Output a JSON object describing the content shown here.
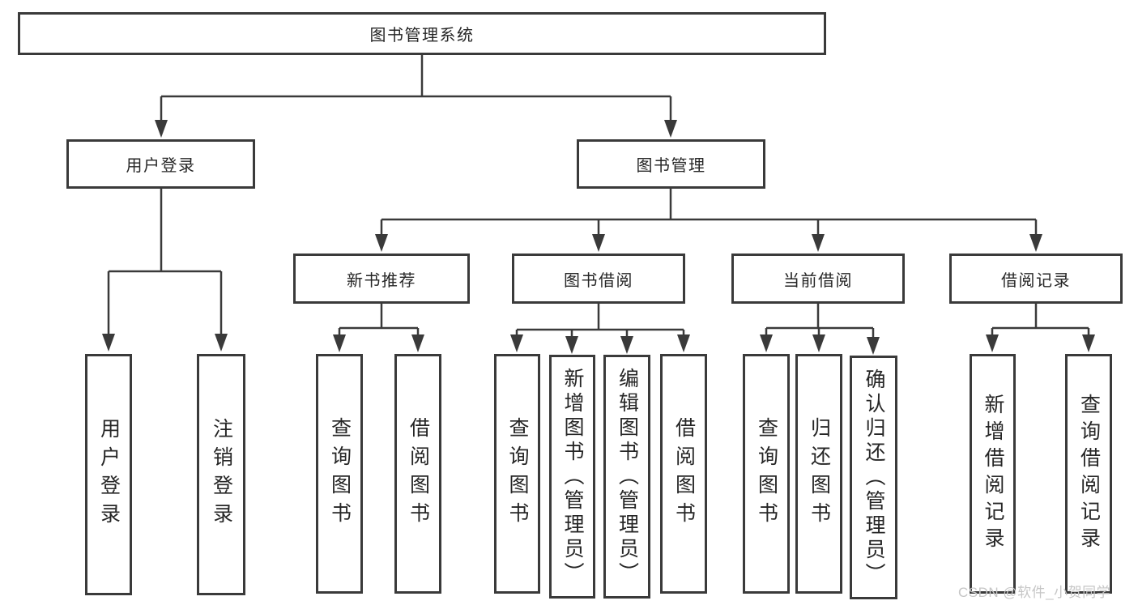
{
  "diagram": {
    "root": {
      "label": "图书管理系统"
    },
    "branches": [
      {
        "label": "用户登录",
        "children": [
          {
            "label": "用户登录"
          },
          {
            "label": "注销登录"
          }
        ]
      },
      {
        "label": "图书管理",
        "children": [
          {
            "label": "新书推荐",
            "children": [
              {
                "label": "查询图书"
              },
              {
                "label": "借阅图书"
              }
            ]
          },
          {
            "label": "图书借阅",
            "children": [
              {
                "label": "查询图书"
              },
              {
                "label": "新增图书（管理员）"
              },
              {
                "label": "编辑图书（管理员）"
              },
              {
                "label": "借阅图书"
              }
            ]
          },
          {
            "label": "当前借阅",
            "children": [
              {
                "label": "查询图书"
              },
              {
                "label": "归还图书"
              },
              {
                "label": "确认归还（管理员）"
              }
            ]
          },
          {
            "label": "借阅记录",
            "children": [
              {
                "label": "新增借阅记录"
              },
              {
                "label": "查询借阅记录"
              }
            ]
          }
        ]
      }
    ]
  },
  "watermark": {
    "text": "CSDN @软件_小贺同学"
  },
  "colors": {
    "line": "#3a3a3a",
    "text": "#262626",
    "box_bg": "#ffffff",
    "page_bg": "#ffffff",
    "watermark": "#c6c6c6"
  }
}
